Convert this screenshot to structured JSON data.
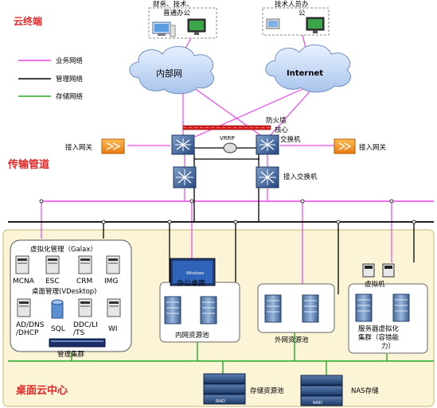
{
  "zones": {
    "cloud_terminal": "云终端",
    "transport": "传输管道",
    "desktop_cloud_center": "桌面云中心"
  },
  "legend": [
    {
      "label": "业务网络",
      "color": "#ee44ee"
    },
    {
      "label": "管理网络",
      "color": "#000000"
    },
    {
      "label": "存储网络",
      "color": "#22aa22"
    }
  ],
  "top_users": {
    "left_line1": "财务、技术、",
    "left_line2": "普通办公",
    "right_line1": "技术人员办",
    "right_line2": "公"
  },
  "clouds": {
    "internal": "内部网",
    "internet": "Internet"
  },
  "network": {
    "firewall": "防火墙",
    "core_line1": "核心",
    "core_line2": "交换机",
    "vrrp": "VRRP",
    "gateway_left": "接入网关",
    "gateway_right": "接入网关",
    "access_switch": "接入交换机"
  },
  "management": {
    "virt_mgmt": "虚拟化管理（Galax）",
    "servers_row1": [
      "MCNA",
      "ESC",
      "CRM",
      "IMG"
    ],
    "vdesktop": "桌面管理(VDesktop)",
    "servers_row2": [
      "AD/DNS\n/DHCP",
      "SQL",
      "DDC/LI\n/TS",
      "WI"
    ],
    "cluster": "管理集群"
  },
  "pools": {
    "office_desktop": "办公桌面",
    "windows_badge": "Windows",
    "internal_pool": "内网资源池",
    "external_pool": "外网资源池",
    "vm_label": "虚拟机",
    "server_virt_line1": "服务器虚拟化",
    "server_virt_line2": "集群（容错能",
    "server_virt_line3": "力）"
  },
  "storage": {
    "pool": "存储资源池",
    "nas": "NAS存储",
    "raid": "RAID"
  }
}
